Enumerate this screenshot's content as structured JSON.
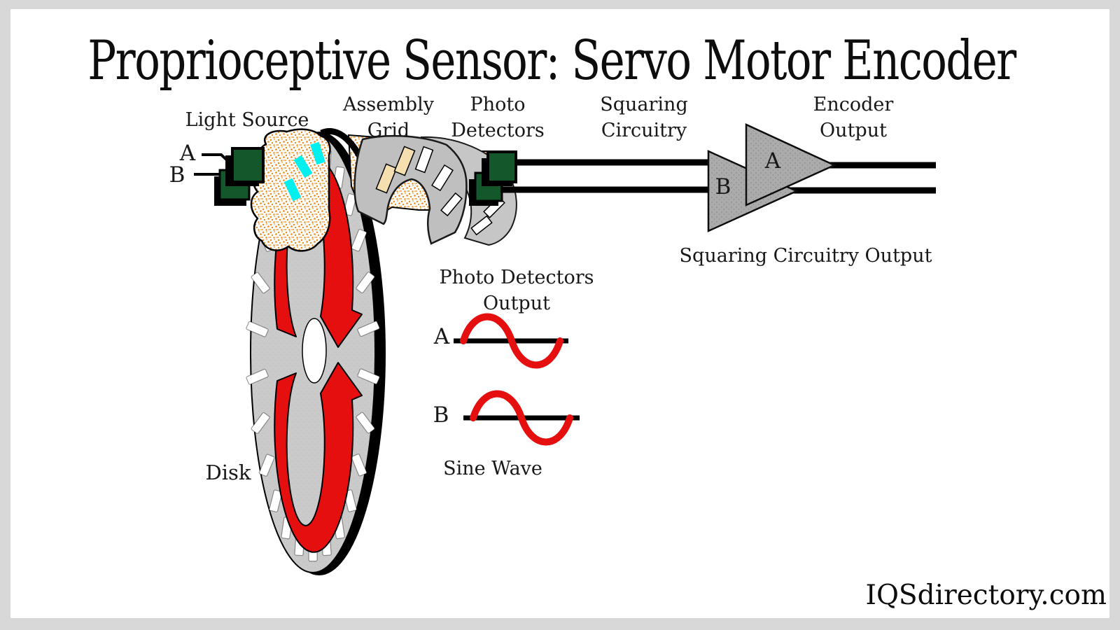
{
  "title": "Proprioceptive Sensor: Servo Motor Encoder",
  "component_labels": {
    "light_source": "Light Source",
    "assembly_grid": "Assembly Grid",
    "photo_detectors": "Photo Detectors",
    "squaring_circuitry": "Squaring Circuitry",
    "encoder_output": "Encoder Output",
    "disk": "Disk"
  },
  "channels": {
    "a": "A",
    "b": "B"
  },
  "annotations": {
    "squaring_circuitry_output": "Squaring Circuitry Output",
    "photo_detectors_output": "Photo Detectors Output",
    "sine_wave": "Sine Wave"
  },
  "watermark": "IQSdirectory.com",
  "colors": {
    "page_border_gray": "#d8d8d8",
    "light_source_green": "#14572a",
    "beam_orange": "#ef8512",
    "slot_cyan": "#00efef",
    "grid_slot_tan": "#f6dfae",
    "disk_gray": "#cacaca",
    "arrow_red": "#e60f0f",
    "amplifier_gray": "#ababab",
    "wire_black": "#000000"
  }
}
